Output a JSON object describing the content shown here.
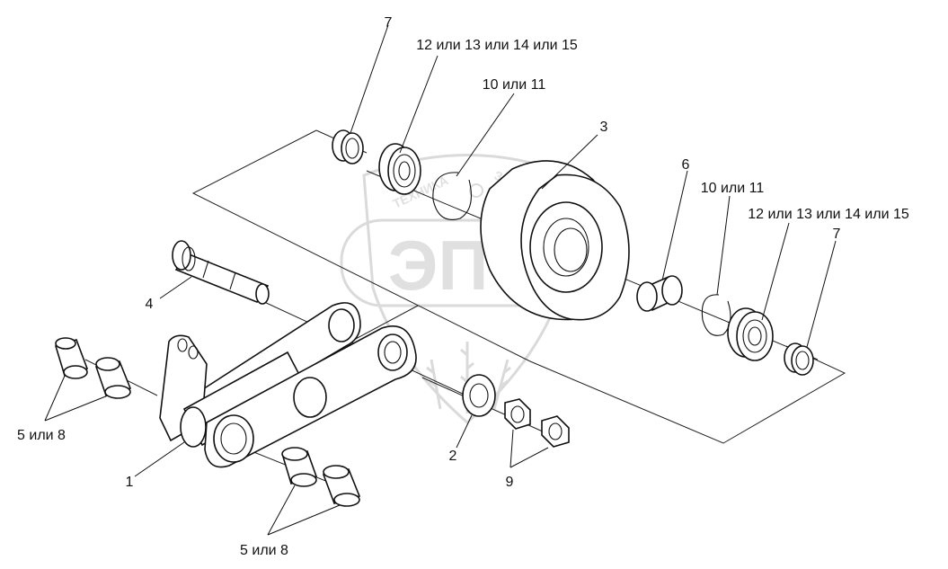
{
  "watermark": {
    "logo_text": "ЭПФ",
    "top_left": "ТЕХНИКА",
    "top_right": "ЗАПЧАСТИ"
  },
  "callouts": [
    {
      "id": "c7_top",
      "text": "7"
    },
    {
      "id": "c12_top",
      "text": "12 или 13 или 14 или 15"
    },
    {
      "id": "c10_top",
      "text": "10 или 11"
    },
    {
      "id": "c3",
      "text": "3"
    },
    {
      "id": "c6",
      "text": "6"
    },
    {
      "id": "c10_right",
      "text": "10 или 11"
    },
    {
      "id": "c12_right",
      "text": "12 или 13 или 14 или 15"
    },
    {
      "id": "c7_right",
      "text": "7"
    },
    {
      "id": "c4",
      "text": "4"
    },
    {
      "id": "c5_left",
      "text": "5 или 8"
    },
    {
      "id": "c1",
      "text": "1"
    },
    {
      "id": "c2",
      "text": "2"
    },
    {
      "id": "c9",
      "text": "9"
    },
    {
      "id": "c5_bottom",
      "text": "5 или 8"
    }
  ]
}
